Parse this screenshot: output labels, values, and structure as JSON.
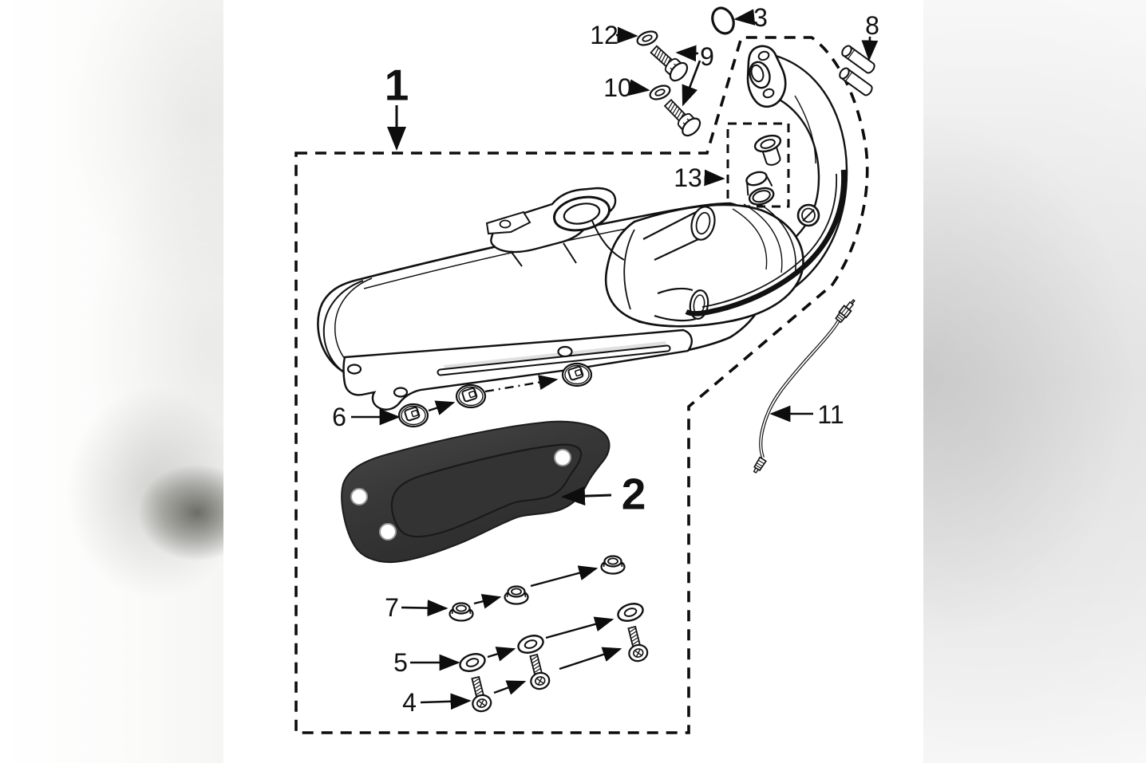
{
  "figure": {
    "kind": "exploded-parts-diagram",
    "subject": "exhaust-muffler-assembly",
    "callouts": [
      {
        "id": "1",
        "label": "1",
        "points_to": "muffler-assembly",
        "emphasis": "big"
      },
      {
        "id": "2",
        "label": "2",
        "points_to": "heat-shield",
        "emphasis": "big"
      },
      {
        "id": "3",
        "label": "3",
        "points_to": "o-ring",
        "emphasis": "small"
      },
      {
        "id": "4",
        "label": "4",
        "points_to": "shield-screws",
        "emphasis": "small"
      },
      {
        "id": "5",
        "label": "5",
        "points_to": "flat-washers",
        "emphasis": "small"
      },
      {
        "id": "6",
        "label": "6",
        "points_to": "flange-bolts",
        "emphasis": "small"
      },
      {
        "id": "7",
        "label": "7",
        "points_to": "rubber-grommets",
        "emphasis": "small"
      },
      {
        "id": "8",
        "label": "8",
        "points_to": "exhaust-studs",
        "emphasis": "small"
      },
      {
        "id": "9",
        "label": "9",
        "points_to": "hex-bolts",
        "emphasis": "small"
      },
      {
        "id": "10",
        "label": "10",
        "points_to": "washer",
        "emphasis": "small"
      },
      {
        "id": "11",
        "label": "11",
        "points_to": "sensor-cable",
        "emphasis": "small"
      },
      {
        "id": "12",
        "label": "12",
        "points_to": "washer",
        "emphasis": "small"
      },
      {
        "id": "13",
        "label": "13",
        "points_to": "rubber-plugs",
        "emphasis": "small"
      }
    ]
  },
  "colors": {
    "line": "#111111",
    "heat_shield_dark": "#2e2e2e",
    "heat_shield_light": "#4a4a4a",
    "background": "#ffffff",
    "margin_gray": "#ececec"
  }
}
